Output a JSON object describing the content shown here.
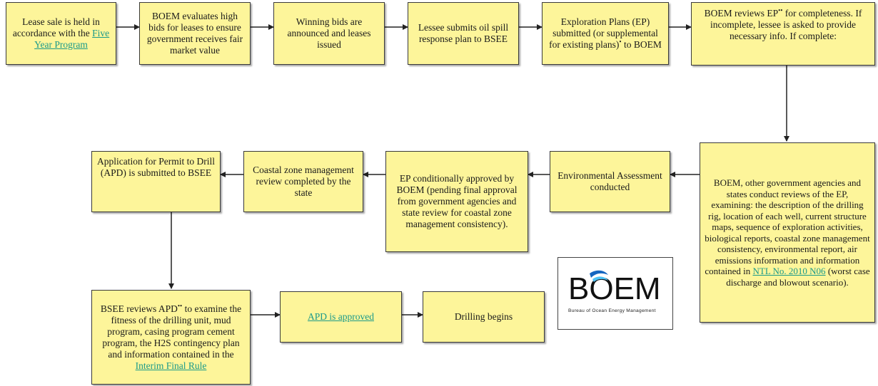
{
  "boxes": {
    "b1": {
      "pre": "Lease sale is held in accordance with the ",
      "link": "Five Year Program",
      "post": ""
    },
    "b2": {
      "text": "BOEM evaluates high bids for leases to ensure government receives fair market value"
    },
    "b3": {
      "text": "Winning bids are announced and leases issued"
    },
    "b4": {
      "text": "Lessee submits oil spill response plan to BSEE"
    },
    "b5": {
      "pre": "Exploration Plans (EP) submitted (or supplemental for existing plans)",
      "mark": "•",
      "post": " to BOEM"
    },
    "b6": {
      "pre": "BOEM reviews EP",
      "mark": "••",
      "post": " for completeness. If incomplete, lessee is asked to provide necessary info.  If complete:"
    },
    "b7": {
      "pre": "BOEM, other government agencies and states conduct reviews of the EP, examining: the description of the drilling rig, location of each well, current structure maps, sequence of exploration activities, biological reports, coastal zone management consistency, environmental report, air emissions information and information contained in ",
      "link": "NTL No. 2010 N06",
      "post": " (worst case discharge and blowout scenario)."
    },
    "b8": {
      "text": "Environmental Assessment conducted"
    },
    "b9": {
      "text": "EP conditionally approved by BOEM (pending final approval from government agencies and state review for coastal zone management consistency)."
    },
    "b10": {
      "text": "Coastal zone management review completed by the state"
    },
    "b11": {
      "text": "Application for Permit to Drill (APD) is submitted to BSEE"
    },
    "b12": {
      "pre": "BSEE reviews APD",
      "mark": "••",
      "post": "  to examine the fitness of the drilling unit, mud program, casing program cement program, the H2S contingency plan and information contained in the ",
      "link": "Interim Final Rule"
    },
    "b13": {
      "link": "APD is approved"
    },
    "b14": {
      "text": "Drilling begins"
    }
  },
  "logo": {
    "wordmark": "BOEM",
    "tagline": "Bureau of Ocean Energy Management"
  },
  "colors": {
    "box_fill": "#fdf59a",
    "box_border": "#3a3a3a",
    "link": "#1a9a8a",
    "arrow": "#222222",
    "logo_wave_blue": "#1565c0",
    "logo_wave_light": "#4fc3f7"
  }
}
